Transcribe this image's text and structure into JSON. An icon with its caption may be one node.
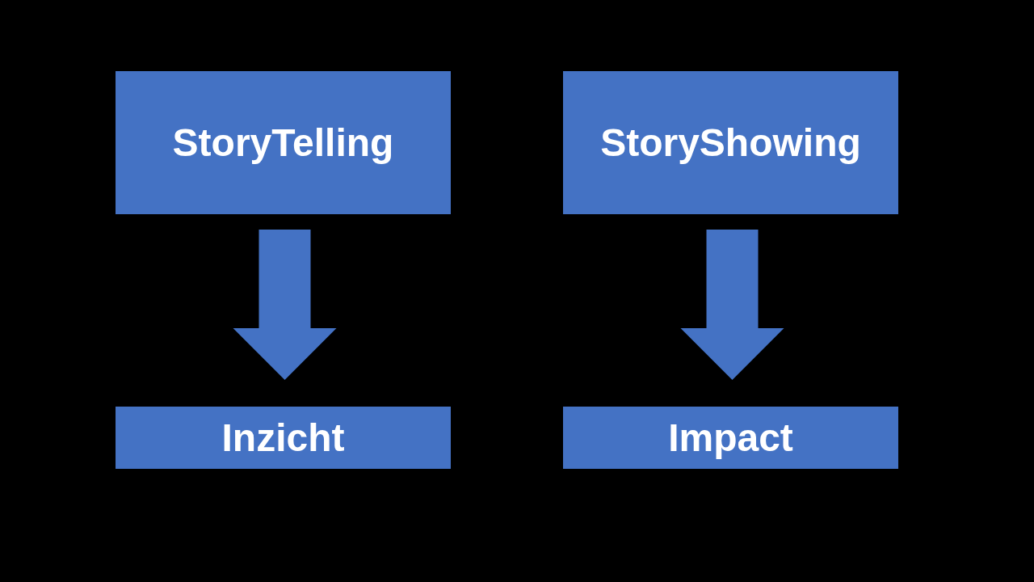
{
  "diagram": {
    "nodes": [
      {
        "text": [
          "StoryTelling"
        ]
      },
      {
        "text": [
          "StoryShowing"
        ]
      },
      {
        "text": [
          "Inzicht"
        ]
      },
      {
        "text": [
          "Impact"
        ]
      }
    ],
    "edges": [
      {
        "from": 0,
        "to": 2,
        "arrow": "to",
        "style": "thick"
      },
      {
        "from": 1,
        "to": 3,
        "arrow": "to",
        "style": "thick"
      }
    ]
  }
}
